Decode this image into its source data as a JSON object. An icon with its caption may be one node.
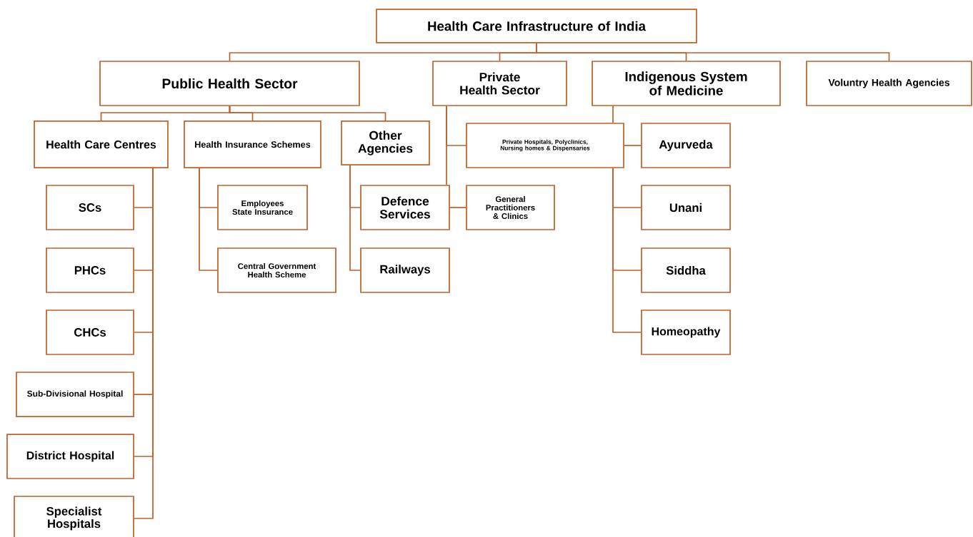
{
  "diagram": {
    "nodes": [
      {
        "text": [
          "Health Care Infrastructure of India"
        ]
      },
      {
        "text": [
          "Public Health Sector"
        ]
      },
      {
        "text": [
          "Private Health Sector"
        ]
      },
      {
        "text": [
          "Indigenous System of Medicine"
        ]
      },
      {
        "text": [
          "Voluntry Health Agencies"
        ]
      },
      {
        "text": [
          "Health Care Centres"
        ]
      },
      {
        "text": [
          "Health Insurance Schemes"
        ]
      },
      {
        "text": [
          "Other Agencies"
        ]
      },
      {
        "text": [
          "Private Hospitals, Polyclinics, Nursing homes & Dispensaries"
        ]
      },
      {
        "text": [
          "Ayurveda"
        ]
      },
      {
        "text": [
          "SCs"
        ]
      },
      {
        "text": [
          "Employees State Insurance"
        ]
      },
      {
        "text": [
          "Defence Services"
        ]
      },
      {
        "text": [
          "General Practitioners & Clinics"
        ]
      },
      {
        "text": [
          "Unani"
        ]
      },
      {
        "text": [
          "PHCs"
        ]
      },
      {
        "text": [
          "Central Government Health Scheme"
        ]
      },
      {
        "text": [
          "Railways"
        ]
      },
      {
        "text": [
          "Siddha"
        ]
      },
      {
        "text": [
          "CHCs"
        ]
      },
      {
        "text": [
          "Homeopathy"
        ]
      },
      {
        "text": [
          "Sub-Divisional Hospital"
        ]
      },
      {
        "text": [
          "District Hospital"
        ]
      },
      {
        "text": [
          "Specialist Hospitals"
        ]
      }
    ],
    "edges": [
      {
        "from": 0,
        "to": 1,
        "arrow": "none"
      },
      {
        "from": 0,
        "to": 2,
        "arrow": "none"
      },
      {
        "from": 0,
        "to": 3,
        "arrow": "none"
      },
      {
        "from": 0,
        "to": 4,
        "arrow": "none"
      },
      {
        "from": 1,
        "to": 5,
        "arrow": "none"
      },
      {
        "from": 1,
        "to": 6,
        "arrow": "none"
      },
      {
        "from": 1,
        "to": 7,
        "arrow": "none"
      },
      {
        "from": 2,
        "to": 8,
        "arrow": "none"
      },
      {
        "from": 2,
        "to": 12,
        "arrow": "none"
      },
      {
        "from": 3,
        "to": 8,
        "arrow": "none"
      },
      {
        "from": 8,
        "to": 9,
        "arrow": "none"
      },
      {
        "from": 5,
        "to": 10,
        "arrow": "none"
      },
      {
        "from": 5,
        "to": 15,
        "arrow": "none"
      },
      {
        "from": 5,
        "to": 19,
        "arrow": "none"
      },
      {
        "from": 5,
        "to": 21,
        "arrow": "none"
      },
      {
        "from": 5,
        "to": 22,
        "arrow": "none"
      },
      {
        "from": 5,
        "to": 23,
        "arrow": "none"
      },
      {
        "from": 6,
        "to": 11,
        "arrow": "none"
      },
      {
        "from": 6,
        "to": 16,
        "arrow": "none"
      },
      {
        "from": 7,
        "to": 12,
        "arrow": "none"
      },
      {
        "from": 7,
        "to": 17,
        "arrow": "none"
      },
      {
        "from": 12,
        "to": 13,
        "arrow": "none"
      },
      {
        "from": 8,
        "to": 14,
        "arrow": "none"
      },
      {
        "from": 8,
        "to": 18,
        "arrow": "none"
      },
      {
        "from": 8,
        "to": 20,
        "arrow": "none"
      }
    ]
  }
}
